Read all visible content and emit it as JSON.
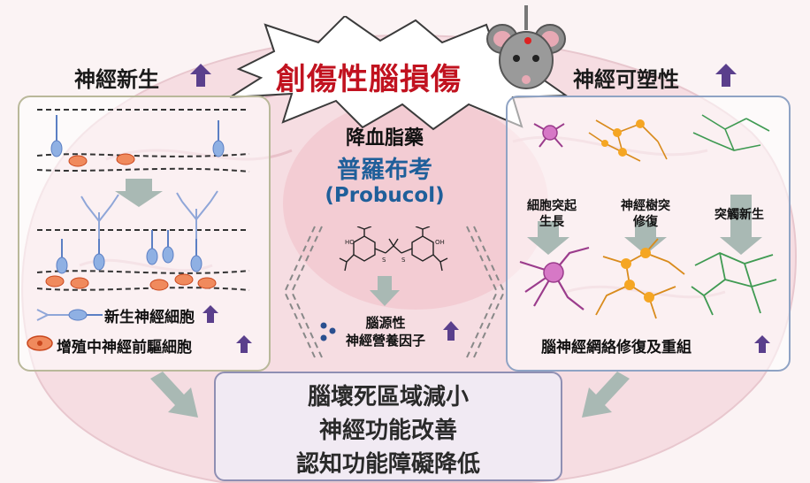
{
  "header": {
    "neurogenesis": "神經新生",
    "title": "創傷性腦損傷",
    "plasticity": "神經可塑性"
  },
  "center": {
    "drug_class": "降血脂藥",
    "drug_name": "普羅布考",
    "drug_english": "(Probucol)",
    "factor_line1": "腦源性",
    "factor_line2": "神經營養因子"
  },
  "left_panel": {
    "new_neurons": "新生神經細胞",
    "progenitors": "增殖中神經前驅細胞"
  },
  "right_panel": {
    "neurite_line1": "細胞突起",
    "neurite_line2": "生長",
    "dendrite_line1": "神經樹突",
    "dendrite_line2": "修復",
    "synapse": "突觸新生",
    "network": "腦神經網絡修復及重組"
  },
  "outcomes": {
    "line1": "腦壞死區域減小",
    "line2": "神經功能改善",
    "line3": "認知功能障礙降低"
  },
  "colors": {
    "up_arrow": "#5a3f8c",
    "drug_blue": "#1f5f9a",
    "title_red": "#c1121f",
    "neuron_blue": "#5b7fc4",
    "progenitor_orange": "#e5572b",
    "purple_cell": "#9b3c8c",
    "orange_cell": "#d98b1c",
    "green_cell": "#3f9a52",
    "gray_arrow": "#a9b9b4"
  },
  "icons": [
    "up-arrow-icon",
    "mouse-icon",
    "neuron-icon",
    "progenitor-cell-icon",
    "molecule-icon",
    "down-arrow-icon"
  ]
}
